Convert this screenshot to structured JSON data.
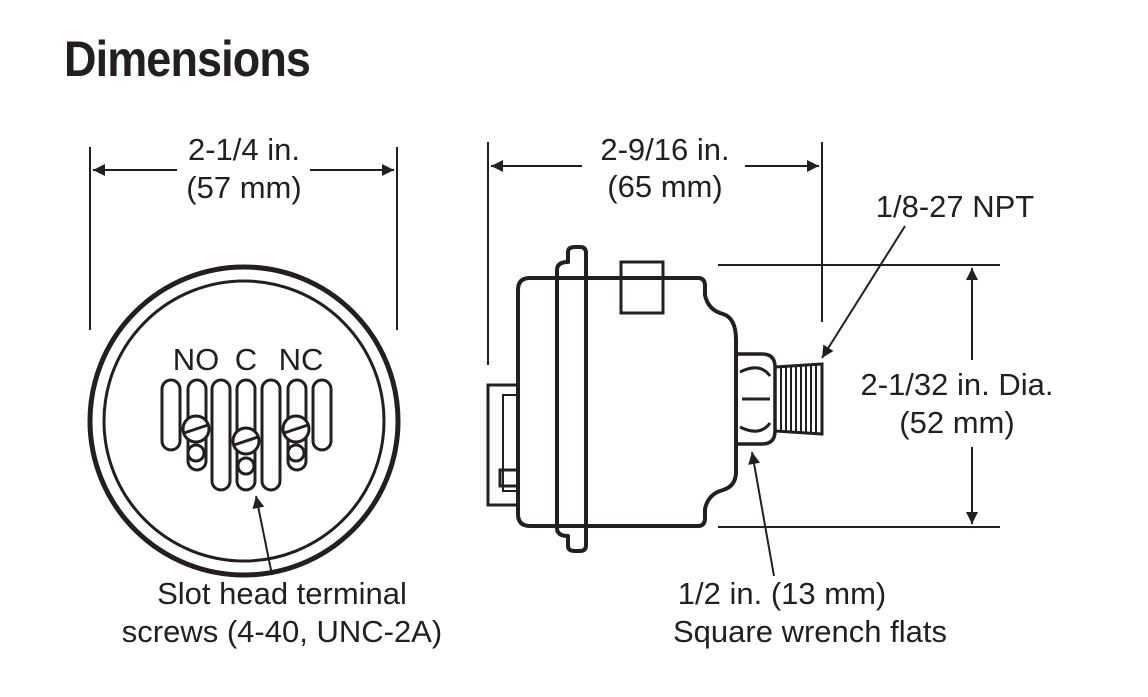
{
  "title": "Dimensions",
  "front_view": {
    "width_in": "2-1/4 in.",
    "width_mm": "(57 mm)",
    "terminal_no": "NO",
    "terminal_c": "C",
    "terminal_nc": "NC",
    "callout_line1": "Slot head terminal",
    "callout_line2": "screws (4-40, UNC-2A)"
  },
  "side_view": {
    "length_in": "2-9/16 in.",
    "length_mm": "(65 mm)",
    "thread": "1/8-27 NPT",
    "dia_in": "2-1/32 in. Dia.",
    "dia_mm": "(52 mm)",
    "flats_line1": "1/2 in. (13 mm)",
    "flats_line2": "Square wrench flats"
  },
  "colors": {
    "ink": "#231f20",
    "background": "#ffffff"
  }
}
